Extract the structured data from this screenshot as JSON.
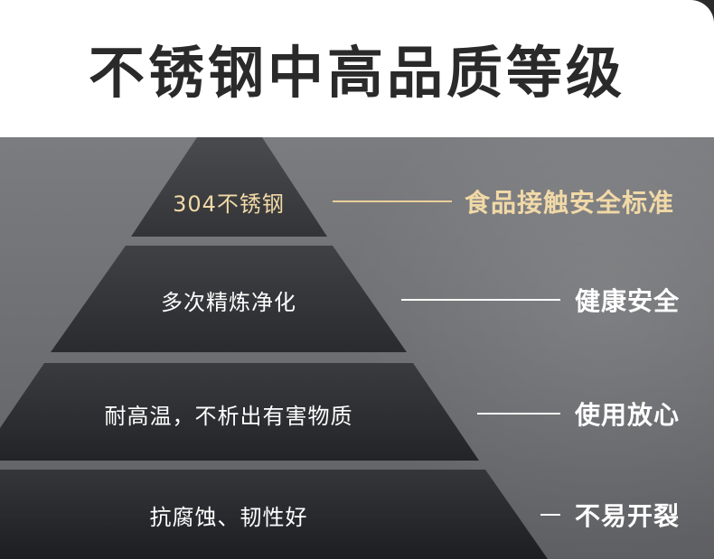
{
  "title": "不锈钢中高品质等级",
  "tiers": [
    {
      "label": "304不锈钢",
      "side": "食品接触安全标准"
    },
    {
      "label": "多次精炼净化",
      "side": "健康安全"
    },
    {
      "label": "耐高温，不析出有害物质",
      "side": "使用放心"
    },
    {
      "label": "抗腐蚀、韧性好",
      "side": "不易开裂"
    }
  ],
  "colors": {
    "gold": "#f1d9a7",
    "panel": "#6f7073",
    "tier": "#2f3033"
  }
}
